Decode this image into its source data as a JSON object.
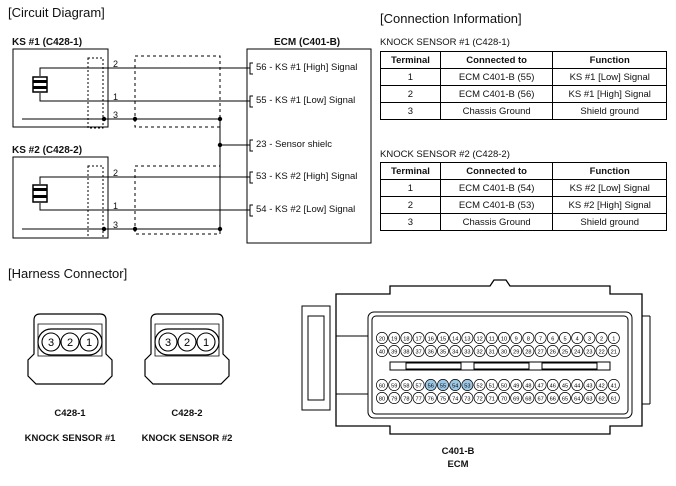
{
  "circuit": {
    "title": "[Circuit Diagram]",
    "ks1_label": "KS #1 (C428-1)",
    "ks2_label": "KS #2 (C428-2)",
    "ecm_label": "ECM (C401-B)",
    "pins": [
      "2",
      "1",
      "3",
      "2",
      "1",
      "3"
    ],
    "ecm_signals": [
      "56 - KS #1 [High] Signal",
      "55 - KS #1 [Low] Signal",
      "23 - Sensor shielc",
      "53 - KS #2 [High] Signal",
      "54 - KS #2 [Low] Signal"
    ]
  },
  "connection": {
    "title": "[Connection Information]",
    "tables": [
      {
        "title": "KNOCK SENSOR #1 (C428-1)",
        "headers": [
          "Terminal",
          "Connected to",
          "Function"
        ],
        "rows": [
          [
            "1",
            "ECM C401-B (55)",
            "KS #1 [Low] Signal"
          ],
          [
            "2",
            "ECM C401-B (56)",
            "KS #1 [High] Signal"
          ],
          [
            "3",
            "Chassis Ground",
            "Shield ground"
          ]
        ]
      },
      {
        "title": "KNOCK SENSOR #2 (C428-2)",
        "headers": [
          "Terminal",
          "Connected to",
          "Function"
        ],
        "rows": [
          [
            "1",
            "ECM C401-B (54)",
            "KS #2 [Low] Signal"
          ],
          [
            "2",
            "ECM C401-B (53)",
            "KS #2 [High] Signal"
          ],
          [
            "3",
            "Chassis Ground",
            "Shield ground"
          ]
        ]
      }
    ]
  },
  "harness": {
    "title": "[Harness Connector]",
    "connector_pins": [
      "3",
      "2",
      "1"
    ],
    "c1_name": "C428-1",
    "c1_desc": "KNOCK SENSOR #1",
    "c2_name": "C428-2",
    "c2_desc": "KNOCK SENSOR #2",
    "ecm_name": "C401-B",
    "ecm_desc": "ECM",
    "highlight_color": "#9cc8e6"
  }
}
